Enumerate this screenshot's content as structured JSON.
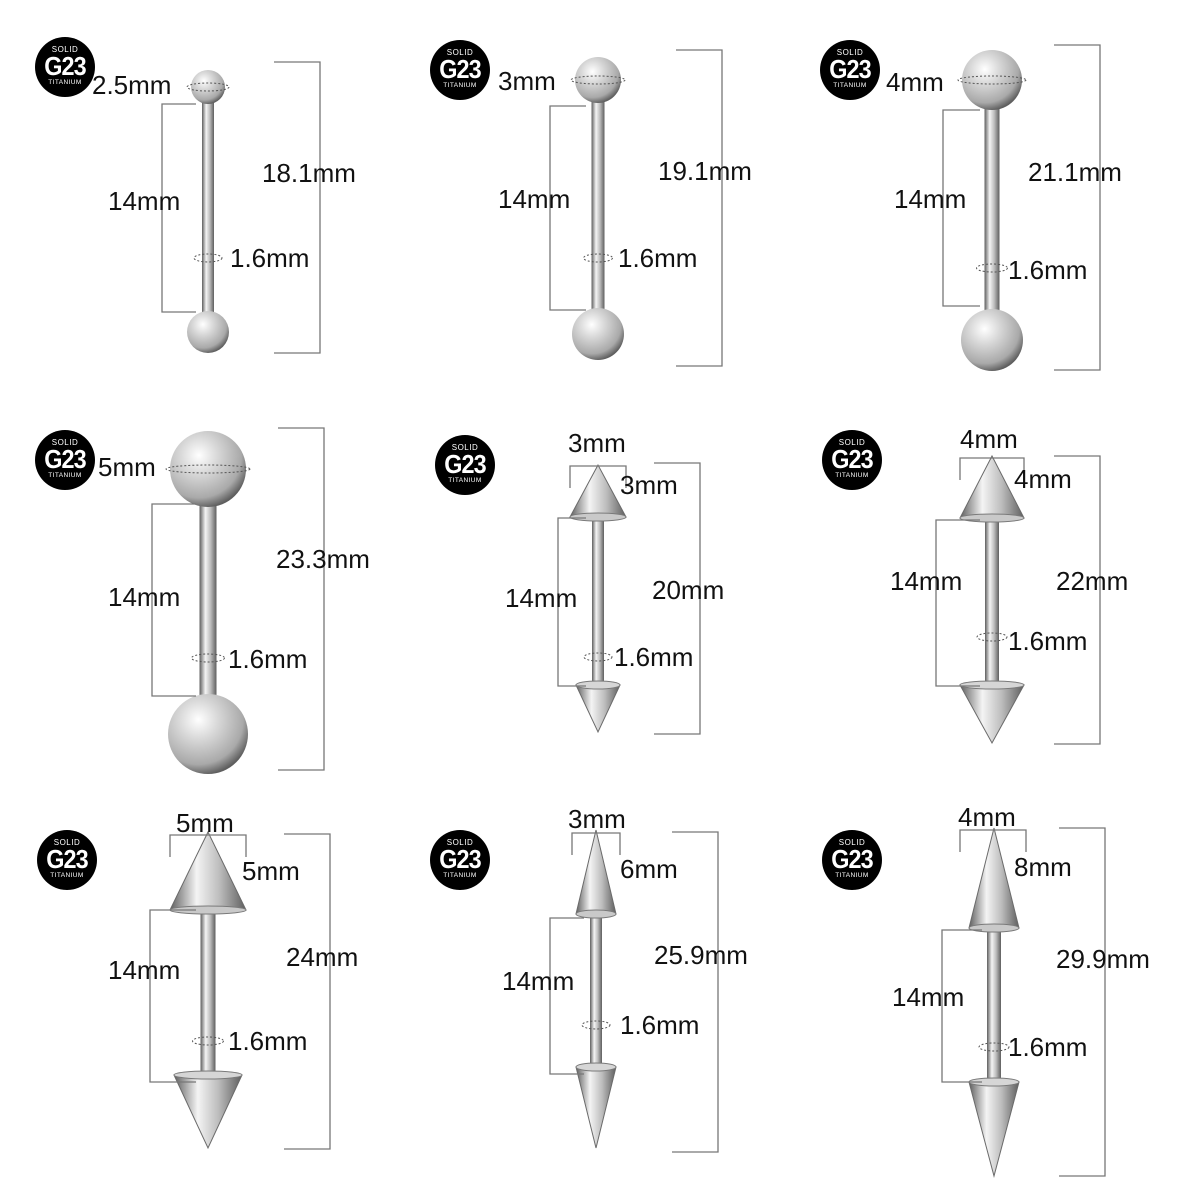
{
  "badge": {
    "top": "SOLID",
    "main": "G23",
    "bottom": "TITANIUM"
  },
  "colors": {
    "metal_light": "#f4f4f4",
    "metal_mid": "#a9a9a9",
    "metal_dark": "#5e5e5e",
    "text": "#111111",
    "badge_bg": "#000000"
  },
  "products": [
    {
      "id": "ball-2-5",
      "end_type": "ball",
      "end_size": "2.5mm",
      "bar_length": "14mm",
      "gauge": "1.6mm",
      "total_length": "18.1mm"
    },
    {
      "id": "ball-3",
      "end_type": "ball",
      "end_size": "3mm",
      "bar_length": "14mm",
      "gauge": "1.6mm",
      "total_length": "19.1mm"
    },
    {
      "id": "ball-4",
      "end_type": "ball",
      "end_size": "4mm",
      "bar_length": "14mm",
      "gauge": "1.6mm",
      "total_length": "21.1mm"
    },
    {
      "id": "ball-5",
      "end_type": "ball",
      "end_size": "5mm",
      "bar_length": "14mm",
      "gauge": "1.6mm",
      "total_length": "23.3mm"
    },
    {
      "id": "spike-3x3",
      "end_type": "spike",
      "end_width": "3mm",
      "end_height": "3mm",
      "bar_length": "14mm",
      "gauge": "1.6mm",
      "total_length": "20mm"
    },
    {
      "id": "spike-4x4",
      "end_type": "spike",
      "end_width": "4mm",
      "end_height": "4mm",
      "bar_length": "14mm",
      "gauge": "1.6mm",
      "total_length": "22mm"
    },
    {
      "id": "spike-5x5",
      "end_type": "spike",
      "end_width": "5mm",
      "end_height": "5mm",
      "bar_length": "14mm",
      "gauge": "1.6mm",
      "total_length": "24mm"
    },
    {
      "id": "spike-3x6",
      "end_type": "spike",
      "end_width": "3mm",
      "end_height": "6mm",
      "bar_length": "14mm",
      "gauge": "1.6mm",
      "total_length": "25.9mm"
    },
    {
      "id": "spike-4x8",
      "end_type": "spike",
      "end_width": "4mm",
      "end_height": "8mm",
      "bar_length": "14mm",
      "gauge": "1.6mm",
      "total_length": "29.9mm"
    }
  ]
}
